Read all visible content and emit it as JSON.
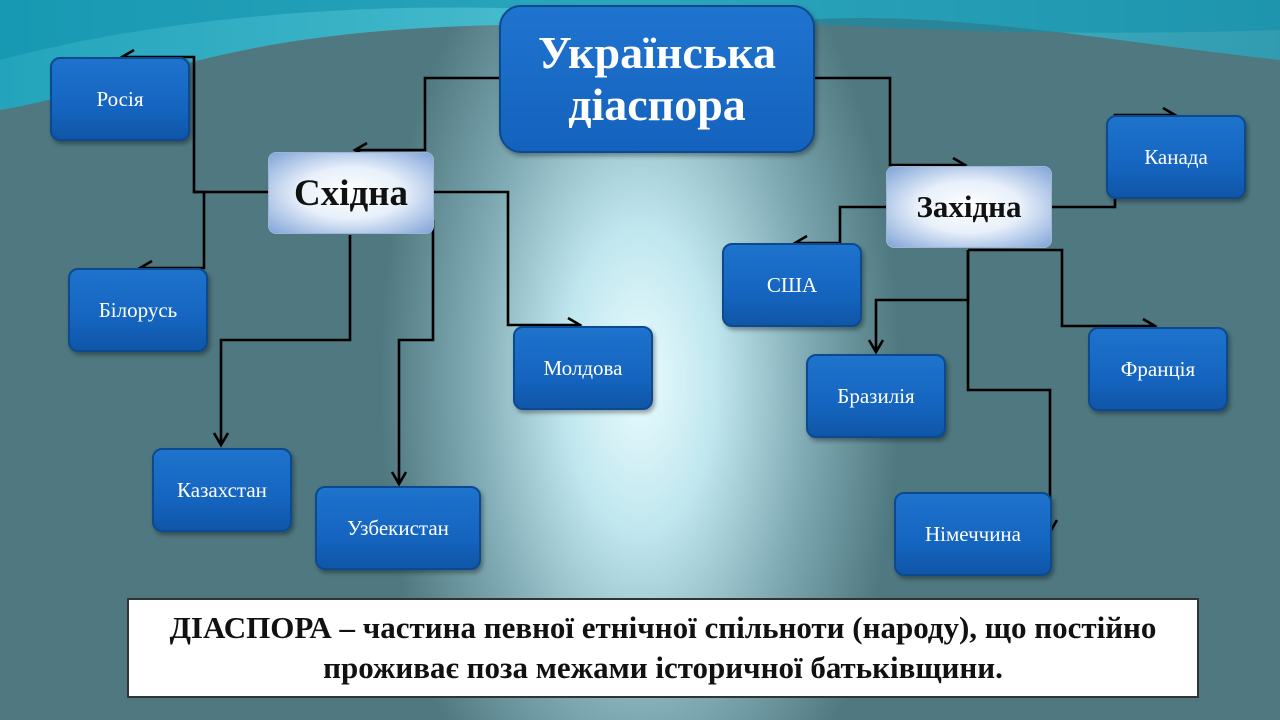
{
  "main_title": "Українська діаспора",
  "branches": {
    "east": {
      "label": "Східна",
      "countries": [
        "Росія",
        "Білорусь",
        "Казахстан",
        "Узбекистан",
        "Молдова"
      ]
    },
    "west": {
      "label": "Західна",
      "countries": [
        "Канада",
        "США",
        "Бразилія",
        "Франція",
        "Німеччина"
      ]
    }
  },
  "definition": "ДІАСПОРА –  частина певної етнічної спільноти (народу), що постійно проживає поза межами історичної батьківщини."
}
